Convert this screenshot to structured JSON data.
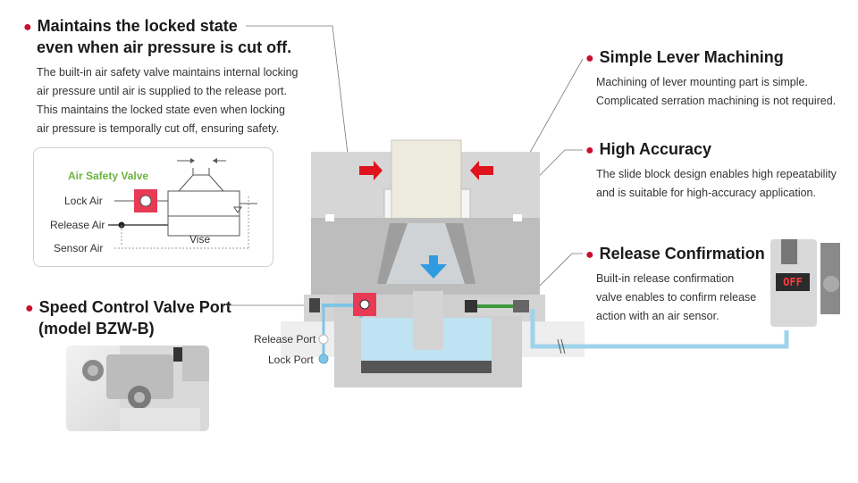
{
  "safety": {
    "heading_line1": "Maintains the locked state",
    "heading_line2": "even when air pressure is cut off.",
    "body": [
      "The built-in air safety valve maintains internal locking",
      "air pressure until air is supplied to the release port.",
      "This maintains the locked state even when locking",
      "air pressure is temporally cut off, ensuring safety."
    ],
    "inset": {
      "title": "Air Safety Valve",
      "lock_air": "Lock Air",
      "release_air": "Release Air",
      "sensor_air": "Sensor Air",
      "vise": "Vise"
    }
  },
  "lever": {
    "heading": "Simple Lever Machining",
    "body": [
      "Machining of lever mounting part is simple.",
      "Complicated serration machining is not required."
    ]
  },
  "accuracy": {
    "heading": "High Accuracy",
    "body": [
      "The slide block design enables high repeatability",
      "and is suitable for high-accuracy application."
    ]
  },
  "release": {
    "heading": "Release Confirmation",
    "body": [
      "Built-in release confirmation",
      "valve enables to confirm release",
      "action with an air sensor."
    ]
  },
  "speed": {
    "heading_line1": "Speed Control Valve Port",
    "heading_line2": "(model BZW-B)"
  },
  "ports": {
    "release_port": "Release Port",
    "lock_port": "Lock Port"
  },
  "sensor": {
    "display": "OFF"
  },
  "colors": {
    "accent_red": "#c8102e",
    "air_blue": "#bfe3f2",
    "valve_pink": "#e83a55",
    "title_green": "#6db33f",
    "arrow_blue": "#2f9be0"
  }
}
